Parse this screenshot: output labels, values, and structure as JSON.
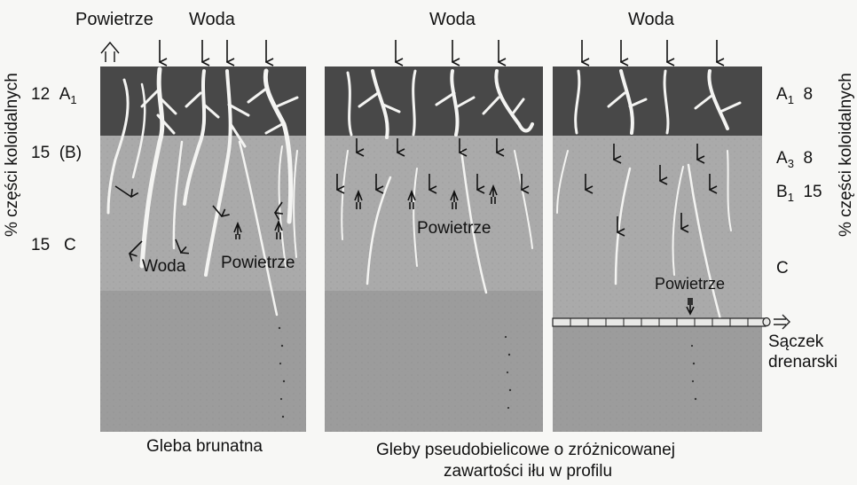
{
  "top_labels": {
    "air": "Powietrze",
    "water_1": "Woda",
    "water_2": "Woda",
    "water_3": "Woda"
  },
  "left_axis": "% części koloidalnych",
  "right_axis": "% części koloidalnych",
  "left_horizons": [
    {
      "value": "12",
      "name": "A",
      "sub": "1"
    },
    {
      "value": "15",
      "name": "(B)",
      "sub": ""
    },
    {
      "value": "15",
      "name": "C",
      "sub": ""
    }
  ],
  "right_horizons": [
    {
      "name": "A",
      "sub": "1",
      "value": "8"
    },
    {
      "name": "A",
      "sub": "3",
      "value": "8"
    },
    {
      "name": "B",
      "sub": "1",
      "value": "15"
    },
    {
      "name": "C",
      "sub": "",
      "value": ""
    }
  ],
  "inner_labels": {
    "p1_water": "Woda",
    "p1_air": "Powietrze",
    "p2_air": "Powietrze",
    "p3_air": "Powietrze"
  },
  "drain_label_1": "Sączek",
  "drain_label_2": "drenarski",
  "bottom_left": "Gleba brunatna",
  "bottom_right_1": "Gleby pseudobielicowe o zróżnicowanej",
  "bottom_right_2": "zawartości iłu w profilu",
  "colors": {
    "topsoil": "#4a4a4a",
    "subsoil": "#a9a9a9",
    "deep": "#9b9b9b",
    "root": "#f4f4f2",
    "ink": "#111111"
  }
}
